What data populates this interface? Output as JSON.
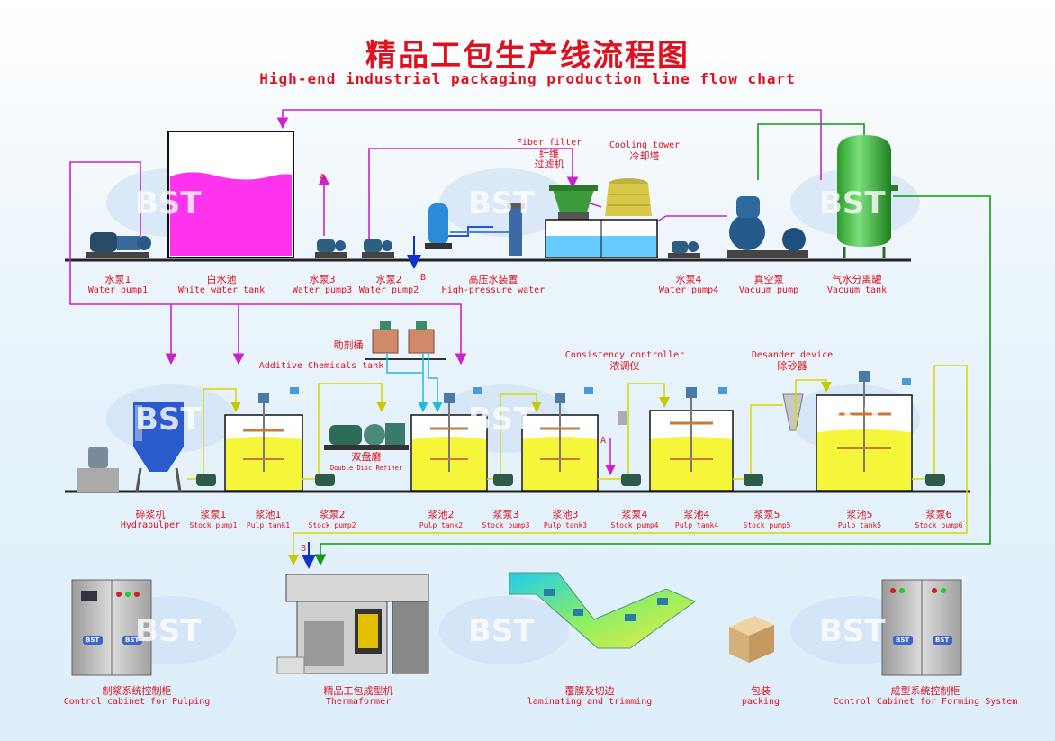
{
  "title_cn": "精品工包生产线流程图",
  "title_en": "High-end industrial packaging production line flow chart",
  "watermark": "BST",
  "colors": {
    "red_text": "#e0101e",
    "pink_line": "#cc22cc",
    "green_line": "#119911",
    "yellow_line": "#dddd00",
    "blue_line": "#1133cc",
    "pipe_blue": "#2255dd"
  },
  "markers": {
    "a": "A",
    "b": "B"
  },
  "top_row": [
    {
      "cn": "水泵1",
      "en": "Water pump1"
    },
    {
      "cn": "白水池",
      "en": "White water tank"
    },
    {
      "cn": "水泵3",
      "en": "Water pump3"
    },
    {
      "cn": "水泵2",
      "en": "Water pump2"
    },
    {
      "cn": "高压水装置",
      "en": "High-pressure water"
    },
    {
      "cn": "水泵4",
      "en": "Water pump4"
    },
    {
      "cn": "真空泵",
      "en": "Vacuum pump"
    },
    {
      "cn": "气水分离罐",
      "en": "Vacuum tank"
    }
  ],
  "fiber_filter": {
    "en": "Fiber filter",
    "cn": "纤维\n过滤机"
  },
  "cooling_tower": {
    "en": "Cooling tower",
    "cn": "冷却塔"
  },
  "additive": {
    "cn": "助剂桶",
    "en": "Additive Chemicals tank"
  },
  "consistency": {
    "en": "Consistency controller",
    "cn": "浓调仪"
  },
  "desander": {
    "en": "Desander device",
    "cn": "除砂器"
  },
  "refiner": {
    "cn": "双盘磨",
    "en": "Double Disc Refiner"
  },
  "middle_row": [
    {
      "cn": "碎浆机",
      "en": "Hydrapulper"
    },
    {
      "cn": "浆泵1",
      "en": "Stock pump1"
    },
    {
      "cn": "浆池1",
      "en": "Pulp tank1"
    },
    {
      "cn": "浆泵2",
      "en": "Stock pump2"
    },
    {
      "cn": "浆池2",
      "en": "Pulp tank2"
    },
    {
      "cn": "浆泵3",
      "en": "Stock pump3"
    },
    {
      "cn": "浆池3",
      "en": "Pulp tank3"
    },
    {
      "cn": "浆泵4",
      "en": "Stock pump4"
    },
    {
      "cn": "浆池4",
      "en": "Pulp tank4"
    },
    {
      "cn": "浆泵5",
      "en": "Stock pump5"
    },
    {
      "cn": "浆池5",
      "en": "Pulp tank5"
    },
    {
      "cn": "浆泵6",
      "en": "Stock pump6"
    }
  ],
  "bottom_row": [
    {
      "cn": "制浆系统控制柜",
      "en": "Control cabinet for Pulping"
    },
    {
      "cn": "精品工包成型机",
      "en": "Thermaformer"
    },
    {
      "cn": "覆膜及切边",
      "en": "laminating and  trimming"
    },
    {
      "cn": "包装",
      "en": "packing"
    },
    {
      "cn": "成型系统控制柜",
      "en": "Control Cabinet for Forming System"
    }
  ],
  "cabinet_badge": "BST"
}
